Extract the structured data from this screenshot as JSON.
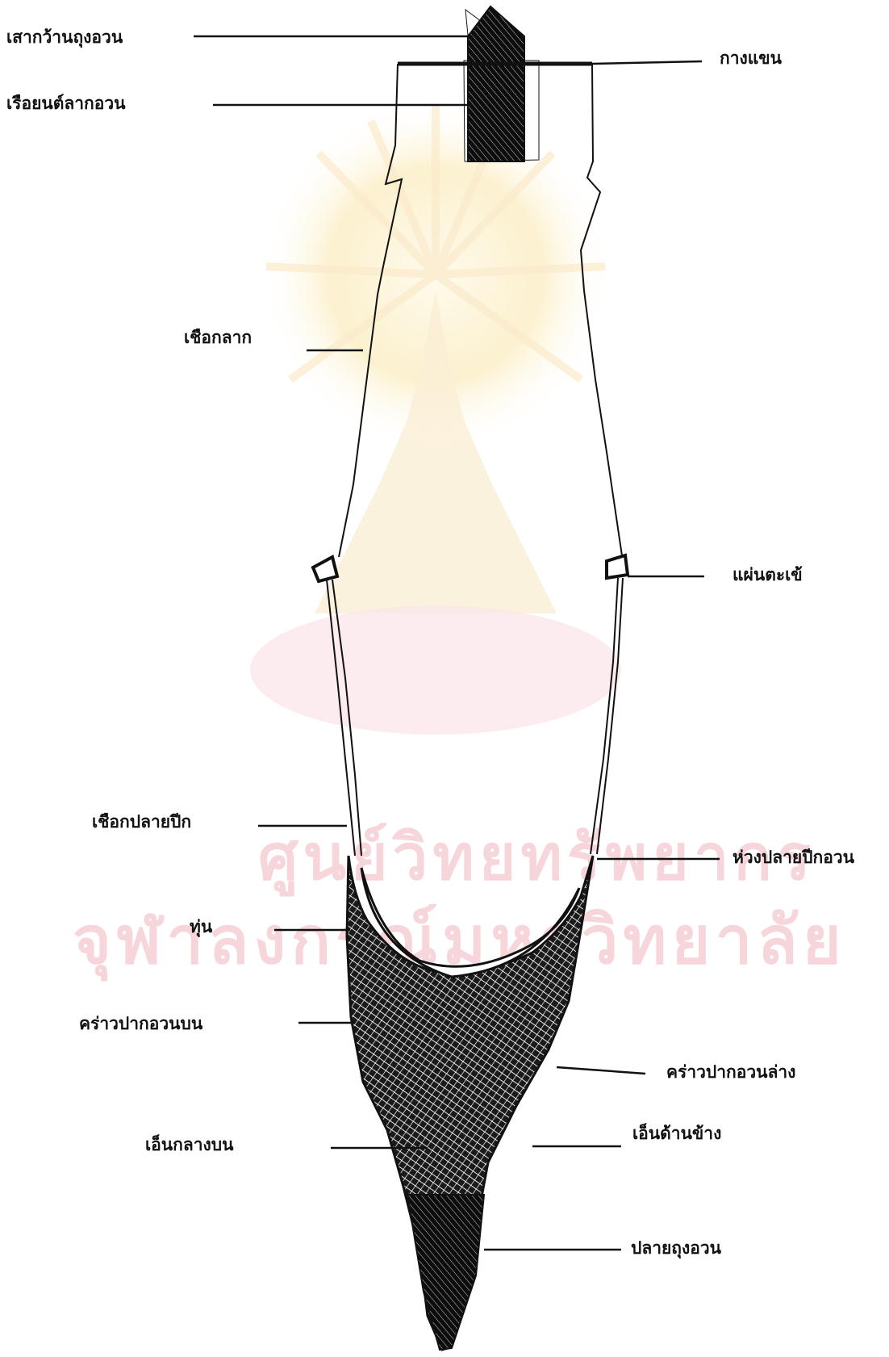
{
  "labels": {
    "pole": "เสากว้านถุงอวน",
    "boat": "เรือยนต์ลากอวน",
    "boom": "กางแขน",
    "tow_rope": "เชือกลาก",
    "otter_board": "แผ่นตะเข้",
    "wing_end_rope": "เชือกปลายปีก",
    "wing_end_loop": "ห่วงปลายปีกอวน",
    "float": "ทุ่น",
    "upper_headrope": "คร่าวปากอวนบน",
    "lower_footrope": "คร่าวปากอวนล่าง",
    "upper_center_seam": "เอ็นกลางบน",
    "side_seam": "เอ็นด้านข้าง",
    "codend": "ปลายถุงอวน"
  },
  "watermark": {
    "line1": "ศูนย์วิทยทรัพยากร",
    "line2": "จุฬาลงกรณ์มหาวิทยาลัย"
  },
  "colors": {
    "ink": "#111111",
    "watermark_gold": "#f3c46a",
    "watermark_pink": "#f2b6bf"
  }
}
